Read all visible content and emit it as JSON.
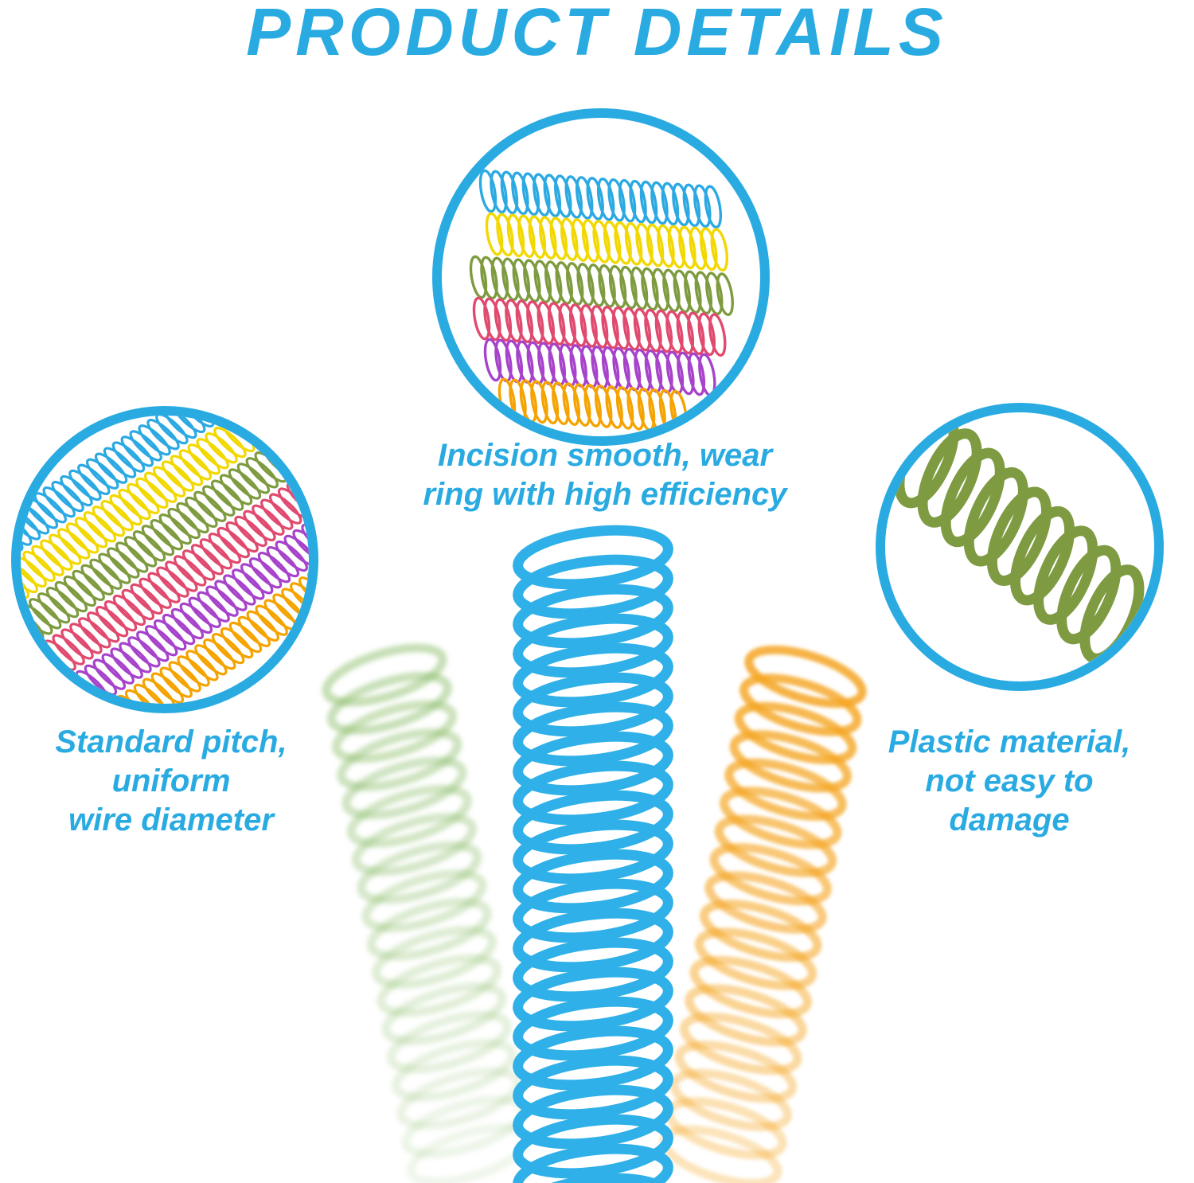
{
  "page": {
    "title": "PRODUCT DETAILS"
  },
  "features": {
    "top": {
      "image": "multicolor-spiral-coils-rows",
      "caption_lines": [
        "Incision smooth, wear",
        "ring with high efficiency"
      ]
    },
    "left": {
      "image": "multicolor-spiral-coils-diagonal",
      "caption_lines": [
        "Standard pitch,",
        "uniform",
        "wire diameter"
      ]
    },
    "right": {
      "image": "green-spiral-coil-closeup",
      "caption_lines": [
        "Plastic material,",
        "not easy to",
        "damage"
      ]
    }
  },
  "colors": {
    "accent_blue": "#29ABE2",
    "coil_colors": [
      "#2BA9E2",
      "#F2D800",
      "#7E9B3F",
      "#E04A6E",
      "#A743CB",
      "#F5A300"
    ],
    "green_coil": "#7E9B42",
    "big_blue": "#2FB0E8",
    "big_green": "#8FBF6E",
    "big_orange": "#F5A623"
  }
}
